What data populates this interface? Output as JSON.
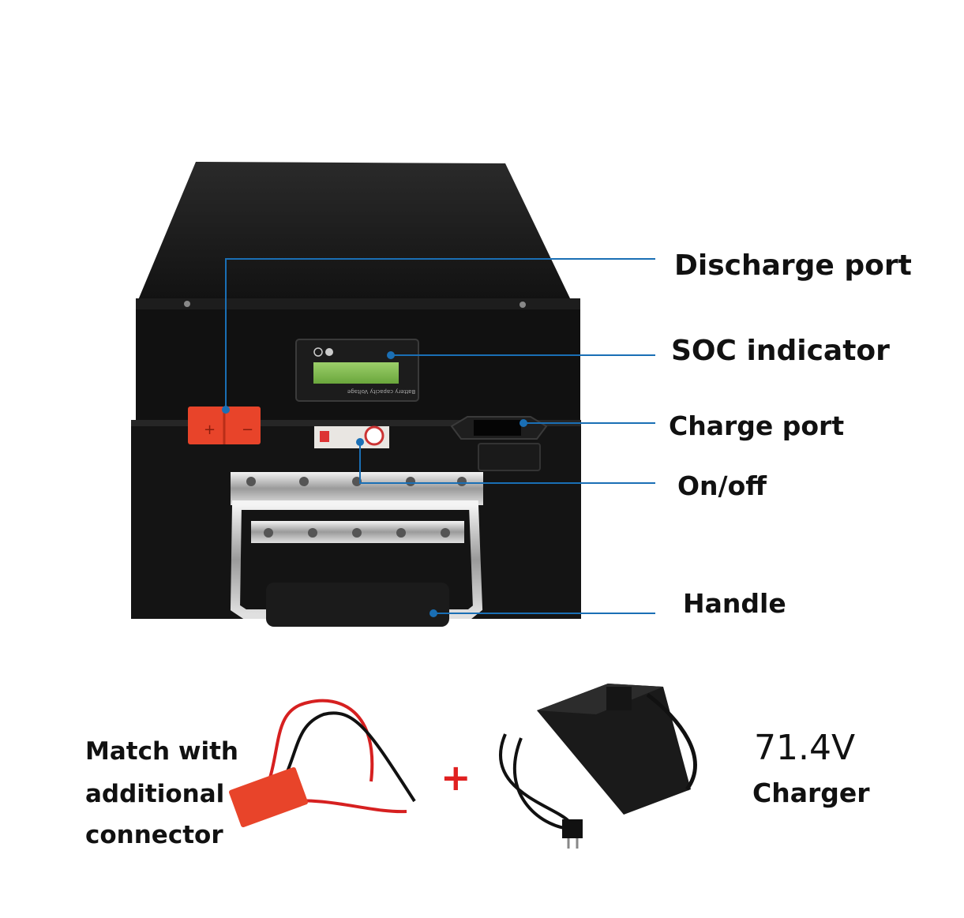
{
  "callouts": {
    "discharge_port": "Discharge  port",
    "soc_indicator": "SOC indicator",
    "charge_port": "Charge port",
    "on_off": "On/off",
    "handle": "Handle"
  },
  "display_text": "Battery capacity Voltage",
  "accessories": {
    "connector_line1": "Match with",
    "connector_line2": "additional",
    "connector_line3": "connector",
    "plus": "+",
    "charger_voltage": "71.4V",
    "charger_label": "Charger"
  },
  "colors": {
    "leader": "#1a6fb5",
    "connector_red": "#e8442a",
    "plus_red": "#e02020"
  }
}
